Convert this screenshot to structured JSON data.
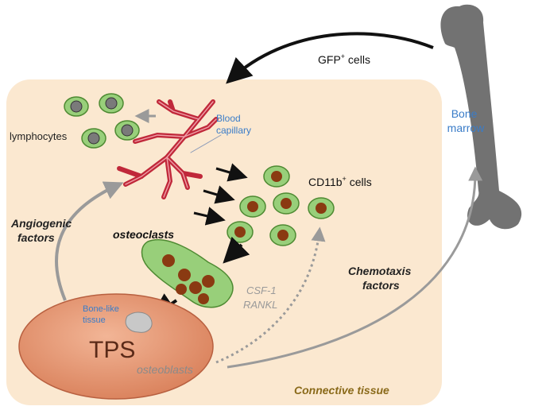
{
  "labels": {
    "gfp_cells": "GFP",
    "gfp_sup": "+",
    "gfp_suffix": " cells",
    "blood_capillary_line1": "Blood",
    "blood_capillary_line2": "capillary",
    "bone_marrow_line1": "Bone",
    "bone_marrow_line2": "marrow",
    "lymphocytes": "lymphocytes",
    "cd11b_cells": "CD11b",
    "cd11b_sup": "+",
    "cd11b_suffix": " cells",
    "angiogenic_line1": "Angiogenic",
    "angiogenic_line2": "factors",
    "osteoclasts": "osteoclasts",
    "csf1": "CSF-1",
    "rankl": "RANKL",
    "chemotaxis_line1": "Chemotaxis",
    "chemotaxis_line2": "factors",
    "bone_like_line1": "Bone-like",
    "bone_like_line2": "tissue",
    "tps": "TPS",
    "osteoblasts": "osteoblasts",
    "connective_tissue": "Connective tissue"
  },
  "colors": {
    "tissue_bg": "#fbe8d0",
    "cell_green": "#98cf7a",
    "cell_green_stroke": "#4e8a32",
    "lymph_nucleus": "#7a7a7a",
    "cd11b_nucleus": "#8a3a12",
    "osteoclast_nucleus": "#8a3a12",
    "tps_fill": "#e59a78",
    "tps_stroke": "#b86040",
    "vessel": "#c0283a",
    "blue_text": "#3a7cc8",
    "bone_gray": "#707070",
    "arrow_gray": "#9a9a9a",
    "connective_text": "#8a6a1a"
  }
}
